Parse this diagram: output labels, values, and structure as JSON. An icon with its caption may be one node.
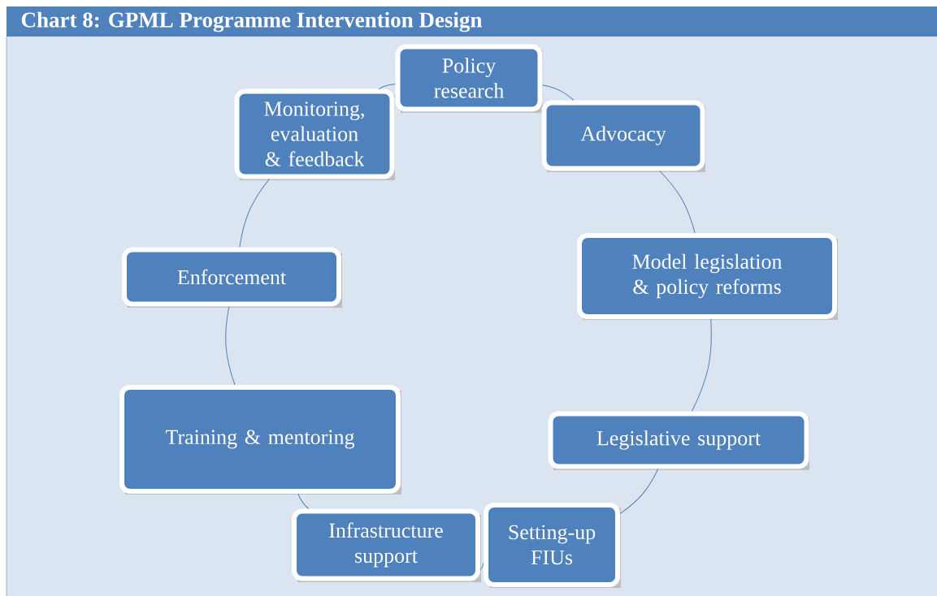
{
  "diagram": {
    "title": "Chart 8: GPML Programme Intervention Design",
    "nodes": [
      {
        "text": [
          "Policy research"
        ]
      },
      {
        "text": [
          "Monitoring, evaluation & feedback"
        ]
      },
      {
        "text": [
          "Advocacy"
        ]
      },
      {
        "text": [
          "Enforcement"
        ]
      },
      {
        "text": [
          "Model legislation & policy reforms"
        ]
      },
      {
        "text": [
          "Training & mentoring"
        ]
      },
      {
        "text": [
          "Legislative support"
        ]
      },
      {
        "text": [
          "Infrastructure support"
        ]
      },
      {
        "text": [
          "Setting-up FIUs"
        ]
      }
    ],
    "edges": [
      {
        "from": 0,
        "to": 2,
        "arrow": "none"
      },
      {
        "from": 2,
        "to": 4,
        "arrow": "none"
      },
      {
        "from": 4,
        "to": 6,
        "arrow": "none"
      },
      {
        "from": 6,
        "to": 8,
        "arrow": "none"
      },
      {
        "from": 8,
        "to": 7,
        "arrow": "none"
      },
      {
        "from": 7,
        "to": 5,
        "arrow": "none"
      },
      {
        "from": 5,
        "to": 3,
        "arrow": "none"
      },
      {
        "from": 3,
        "to": 1,
        "arrow": "none"
      },
      {
        "from": 1,
        "to": 0,
        "arrow": "none"
      }
    ]
  }
}
